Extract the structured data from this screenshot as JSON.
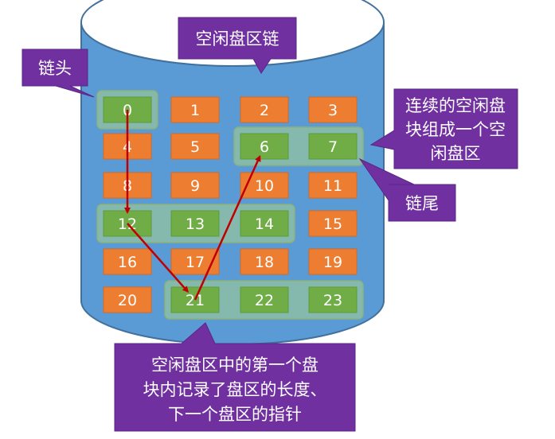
{
  "title": "空闲盘区链",
  "head_label": "链头",
  "tail_label": "链尾",
  "contiguous_note": [
    "连续的空闲盘",
    "块组成一个空",
    "闲盘区"
  ],
  "bottom_note": [
    "空闲盘区中的第一个盘",
    "块内记录了盘区的长度、",
    "下一个盘区的指针"
  ],
  "blocks": [
    "0",
    "1",
    "2",
    "3",
    "4",
    "5",
    "6",
    "7",
    "8",
    "9",
    "10",
    "11",
    "12",
    "13",
    "14",
    "15",
    "16",
    "17",
    "18",
    "19",
    "20",
    "21",
    "22",
    "23"
  ],
  "free_blocks": [
    0,
    6,
    7,
    12,
    13,
    14,
    21,
    22,
    23
  ],
  "free_extents": [
    [
      0
    ],
    [
      6,
      7
    ],
    [
      12,
      13,
      14
    ],
    [
      21,
      22,
      23
    ]
  ],
  "chain_order": [
    0,
    12,
    21,
    6
  ],
  "colors": {
    "cylinder": "#5b9bd5",
    "cylinder_outline": "#41719c",
    "used_block": "#ed7d31",
    "free_block": "#70ad47",
    "extent_group": "#a9d18e",
    "callout": "#7030a0",
    "arrow": "#c00000"
  }
}
